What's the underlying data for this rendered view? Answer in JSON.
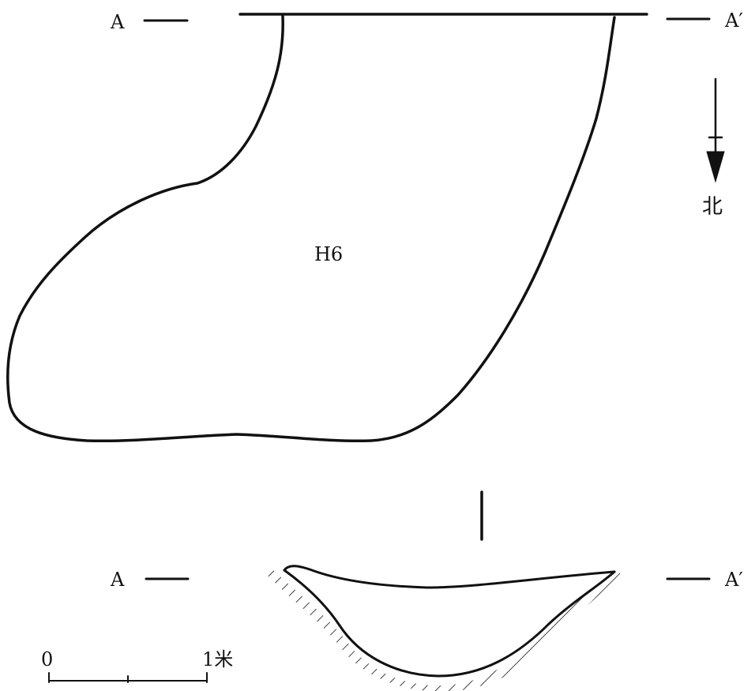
{
  "plan": {
    "section_label_left": "A",
    "section_label_right": "A′",
    "feature_label": "H6"
  },
  "north_arrow": {
    "label": "北"
  },
  "profile": {
    "section_label_left": "A",
    "section_label_right": "A′"
  },
  "scale_bar": {
    "start_label": "0",
    "end_label": "1米"
  }
}
